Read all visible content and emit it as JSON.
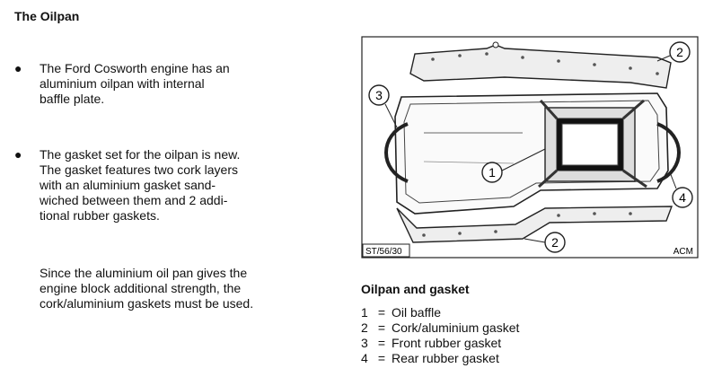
{
  "page": {
    "title": "The Oilpan",
    "bullets": [
      "The Ford Cosworth engine has an\naluminium oilpan with internal\nbaffle plate.",
      "The gasket set for the oilpan is new.\nThe gasket features two cork layers\nwith an aluminium gasket sand-\nwiched between them and 2 addi-\ntional rubber gaskets."
    ],
    "bullet_symbol": "●",
    "paragraph": "Since the aluminium oil pan gives the\nengine block additional strength, the\ncork/aluminium gaskets must be used."
  },
  "figure": {
    "ref_code": "ST/56/30",
    "artist": "ACM",
    "callouts": [
      "1",
      "2",
      "3",
      "4"
    ],
    "caption": "Oilpan and gasket",
    "legend": [
      {
        "num": "1",
        "sym": "=",
        "label": "Oil baffle"
      },
      {
        "num": "2",
        "sym": "=",
        "label": "Cork/aluminium gasket"
      },
      {
        "num": "3",
        "sym": "=",
        "label": "Front rubber gasket"
      },
      {
        "num": "4",
        "sym": "=",
        "label": "Rear rubber gasket"
      }
    ]
  }
}
